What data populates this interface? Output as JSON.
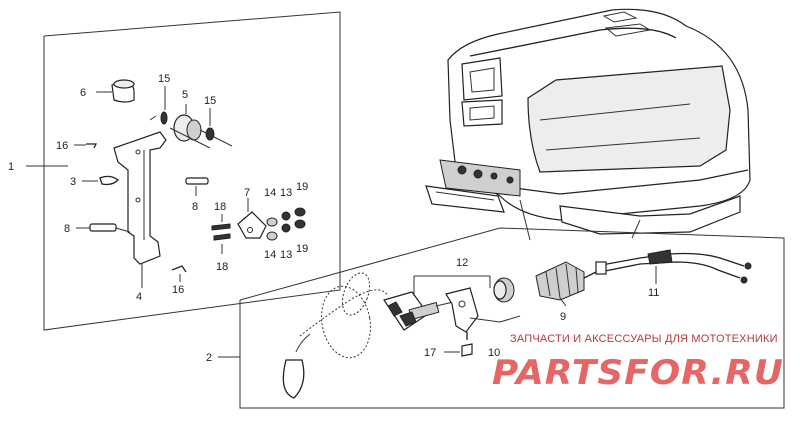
{
  "callouts": {
    "n1": "1",
    "n2": "2",
    "n3": "3",
    "n4": "4",
    "n5": "5",
    "n6": "6",
    "n7": "7",
    "n8a": "8",
    "n8b": "8",
    "n9": "9",
    "n10": "10",
    "n11": "11",
    "n12": "12",
    "n13a": "13",
    "n13b": "13",
    "n14a": "14",
    "n14b": "14",
    "n15a": "15",
    "n15b": "15",
    "n16a": "16",
    "n16b": "16",
    "n17": "17",
    "n18a": "18",
    "n18b": "18",
    "n19a": "19",
    "n19b": "19"
  },
  "watermark": {
    "tagline": "ЗАПЧАСТИ И АКСЕССУАРЫ ДЛЯ МОТОТЕХНИКИ",
    "logo": "PARTSFOR.RU"
  },
  "colors": {
    "line": "#222222",
    "watermark": "#e24a4a"
  }
}
